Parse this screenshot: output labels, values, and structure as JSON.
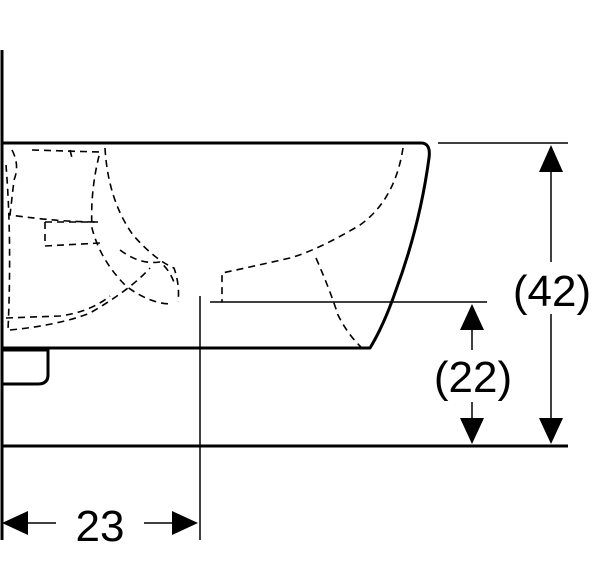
{
  "dimensions": {
    "height_overall": "(42)",
    "height_outlet": "(22)",
    "outlet_offset": "23"
  }
}
